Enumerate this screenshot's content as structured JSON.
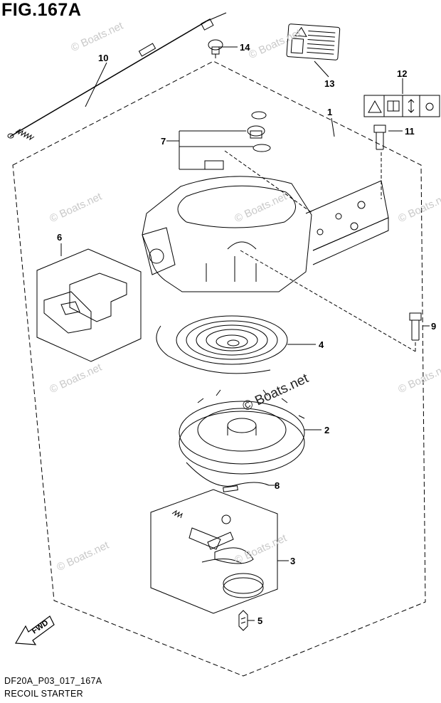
{
  "figure": {
    "title": "FIG.167A",
    "code": "DF20A_P03_017_167A",
    "caption": "RECOIL STARTER"
  },
  "watermark": {
    "text": "© Boats.net"
  },
  "direction_marker": {
    "label": "FWD"
  },
  "callouts": [
    "10",
    "14",
    "13",
    "12",
    "1",
    "11",
    "7",
    "6",
    "9",
    "4",
    "2",
    "8",
    "3",
    "5"
  ],
  "colors": {
    "line": "#000000",
    "watermark": "#c9c9c9",
    "background": "#ffffff"
  }
}
